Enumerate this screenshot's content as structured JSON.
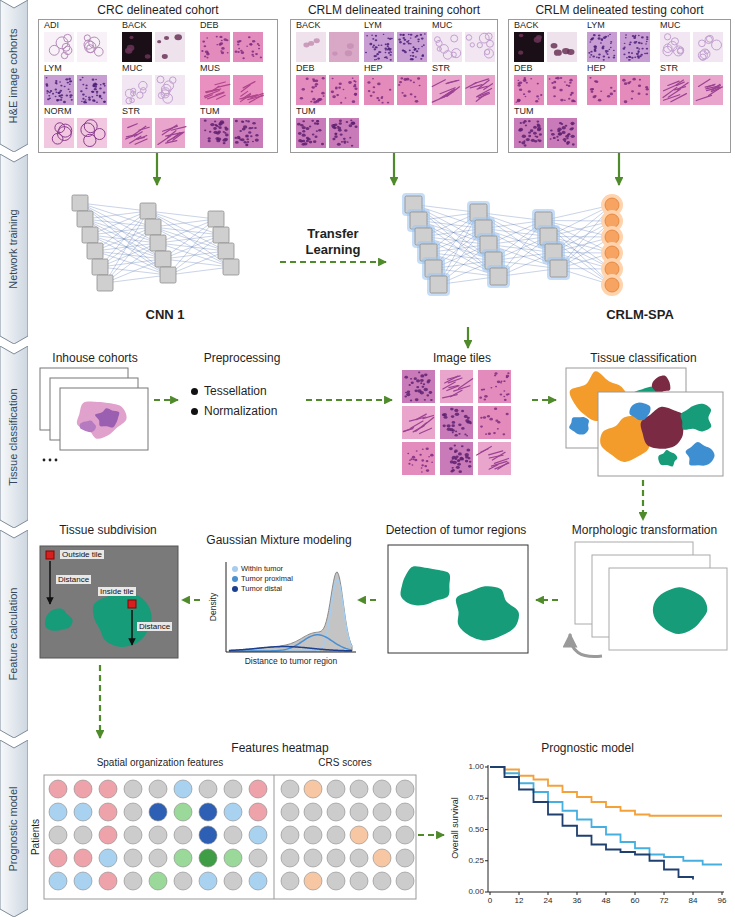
{
  "diagram": {
    "nodes": [
      {
        "text": [
          "H&E image cohorts"
        ]
      },
      {
        "text": [
          "Network training"
        ]
      },
      {
        "text": [
          "Tissue classification"
        ]
      },
      {
        "text": [
          "Feature calculation"
        ]
      },
      {
        "text": [
          "Prognostic model"
        ]
      },
      {
        "text": [
          "CRC delineated cohort",
          "ADI",
          "BACK",
          "DEB",
          "LYM",
          "MUC",
          "MUS",
          "NORM",
          "STR",
          "TUM"
        ]
      },
      {
        "text": [
          "CRLM delineated training cohort",
          "BACK",
          "LYM",
          "MUC",
          "DEB",
          "HEP",
          "STR",
          "TUM"
        ]
      },
      {
        "text": [
          "CRLM delineated testing cohort",
          "BACK",
          "LYM",
          "MUC",
          "DEB",
          "HEP",
          "STR",
          "TUM"
        ]
      },
      {
        "text": [
          "CNN 1"
        ]
      },
      {
        "text": [
          "CRLM-SPA"
        ]
      },
      {
        "text": [
          "Inhouse cohorts"
        ]
      },
      {
        "text": [
          "Preprocessing",
          "Tessellation",
          "Normalization"
        ]
      },
      {
        "text": [
          "Image tiles"
        ]
      },
      {
        "text": [
          "Tissue classification"
        ]
      },
      {
        "text": [
          "Morphologic transformation"
        ]
      },
      {
        "text": [
          "Detection of tumor regions"
        ]
      },
      {
        "text": [
          "Gaussian Mixture modeling"
        ]
      },
      {
        "text": [
          "Tissue subdivision"
        ]
      },
      {
        "text": [
          "Features heatmap"
        ]
      },
      {
        "text": [
          "Prognostic model"
        ]
      }
    ],
    "edges": [
      {
        "from": 5,
        "to": 8,
        "arrow": "to"
      },
      {
        "from": 6,
        "to": 9,
        "arrow": "to"
      },
      {
        "from": 7,
        "to": 9,
        "arrow": "to"
      },
      {
        "from": 8,
        "to": 9,
        "arrow": "to",
        "label": "Transfer Learning"
      },
      {
        "from": 9,
        "to": 12,
        "arrow": "to"
      },
      {
        "from": 10,
        "to": 11,
        "arrow": "to"
      },
      {
        "from": 11,
        "to": 12,
        "arrow": "to"
      },
      {
        "from": 12,
        "to": 13,
        "arrow": "to"
      },
      {
        "from": 13,
        "to": 14,
        "arrow": "to"
      },
      {
        "from": 14,
        "to": 15,
        "arrow": "to"
      },
      {
        "from": 15,
        "to": 16,
        "arrow": "to"
      },
      {
        "from": 16,
        "to": 17,
        "arrow": "to"
      },
      {
        "from": 17,
        "to": 18,
        "arrow": "to"
      },
      {
        "from": 18,
        "to": 19,
        "arrow": "to"
      }
    ],
    "labels": [
      "Outside tile",
      "Distance",
      "Inside tile",
      "Distance",
      "Density",
      "Distance to tumor region",
      "Spatial organization features",
      "CRS scores",
      "Patients",
      "Overall survival",
      "1.00",
      "0.75",
      "0.50",
      "0.25",
      "0.00",
      "0",
      "12",
      "24",
      "36",
      "48",
      "60",
      "72",
      "84",
      "96"
    ],
    "legend": [
      {
        "text": "Within tumor",
        "color": "#a6cdee"
      },
      {
        "text": "Tumor proximal",
        "color": "#4a8fd0"
      },
      {
        "text": "Tumor distal",
        "color": "#1c3f8f"
      }
    ]
  }
}
